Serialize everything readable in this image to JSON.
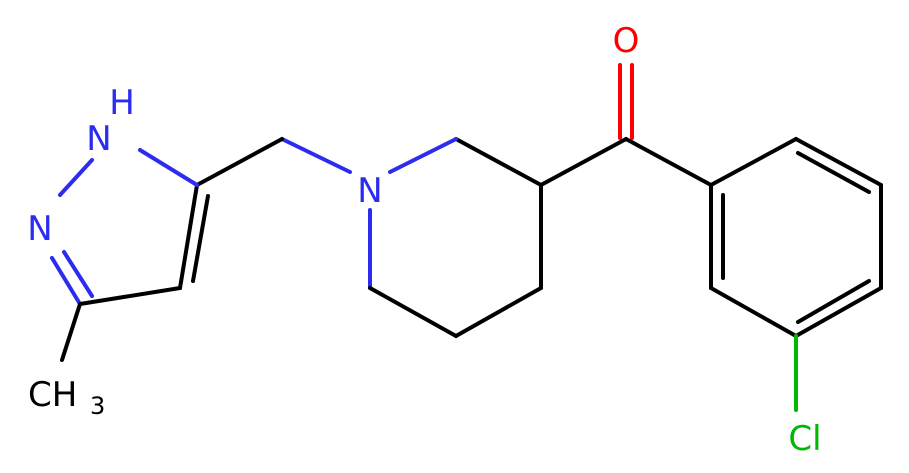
{
  "molecule": {
    "atoms": {
      "oxygen": "O",
      "nh_n": "N",
      "nh_h": "H",
      "pyrazole_n2": "N",
      "piperidine_n": "N",
      "chlorine": "Cl",
      "methyl_c": "CH",
      "methyl_sub": "3"
    }
  },
  "colors": {
    "carbon_bond": "#000000",
    "nitrogen": "#2c2cf0",
    "oxygen": "#ff0000",
    "chlorine": "#00b800"
  }
}
